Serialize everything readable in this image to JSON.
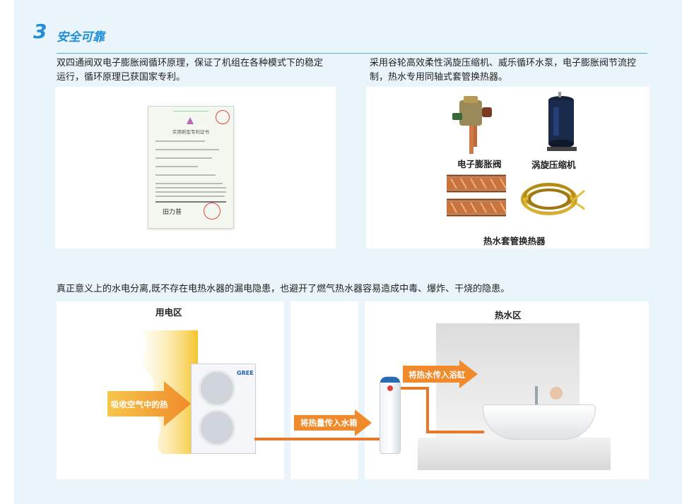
{
  "section": {
    "number": "3",
    "title": "安全可靠"
  },
  "left_text": {
    "line1": "双四通阀双电子膨胀阀循环原理，保证了机组在各种模式下的稳定",
    "line2": "运行，循环原理已获国家专利。"
  },
  "right_text": {
    "line1": "采用谷轮高效柔性涡旋压缩机、威乐循环水泵，电子膨胀阀节流控",
    "line2": "制，热水专用同轴式套管换热器。"
  },
  "certificate": {
    "title": "实用新型专利证书"
  },
  "components": {
    "valve": "电子膨胀阀",
    "compressor": "涡旋压缩机",
    "exchanger": "热水套管换热器"
  },
  "bottom_text": "真正意义上的水电分离,既不存在电热水器的漏电隐患，也避开了燃气热水器容易造成中毒、爆炸、干烧的隐患。",
  "zones": {
    "electric": "用电区",
    "hot_water": "热水区"
  },
  "arrows": {
    "absorb": "吸收空气中的热",
    "to_tank": "将热量传入水箱",
    "to_tub": "将热水传入浴缸"
  },
  "brand": "GREE",
  "colors": {
    "accent": "#1f8ed6",
    "arrow": "#f08a2a",
    "pipe": "#e9782a",
    "copper": "#c8743c"
  }
}
